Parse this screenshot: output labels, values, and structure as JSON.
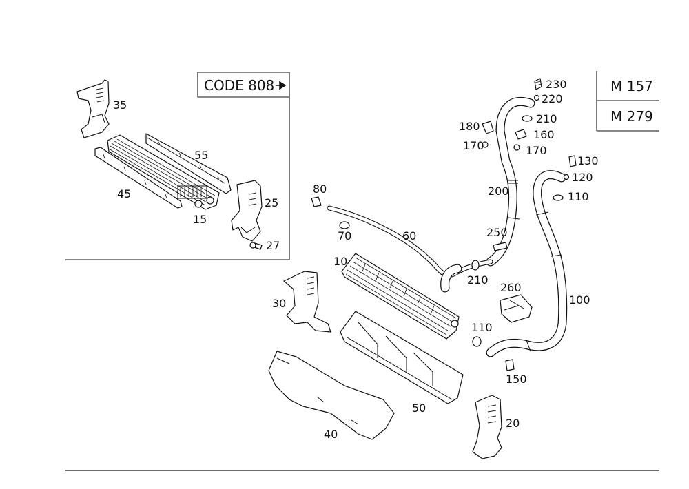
{
  "code_box": {
    "label": "CODE 808"
  },
  "engine_box": {
    "line1": "M 157",
    "line2": "M 279"
  },
  "callouts": {
    "c35": "35",
    "c55": "55",
    "c45": "45",
    "c15": "15",
    "c25": "25",
    "c27": "27",
    "c230": "230",
    "c220": "220",
    "c210a": "210",
    "c180": "180",
    "c160": "160",
    "c170a": "170",
    "c170b": "170",
    "c130": "130",
    "c120": "120",
    "c110a": "110",
    "c200": "200",
    "c80": "80",
    "c70": "70",
    "c60": "60",
    "c250": "250",
    "c10": "10",
    "c210b": "210",
    "c260": "260",
    "c100": "100",
    "c30": "30",
    "c110b": "110",
    "c150": "150",
    "c50": "50",
    "c40": "40",
    "c20": "20"
  }
}
